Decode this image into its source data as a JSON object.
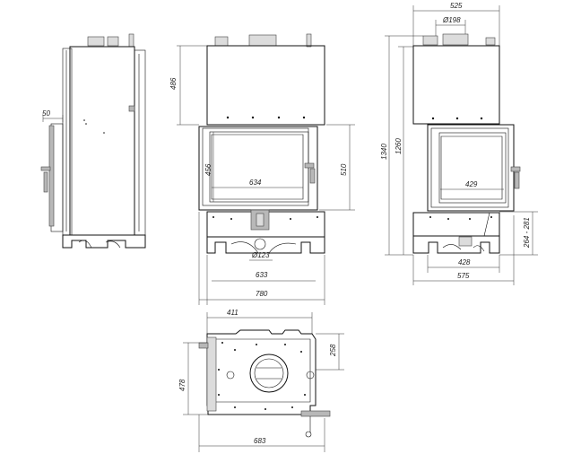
{
  "dimensions": {
    "side_offset": "50",
    "front_top_height": "486",
    "front_glass_height": "456",
    "front_glass_width": "634",
    "front_opening_height": "510",
    "front_flue_dia": "Ø123",
    "front_base_width": "633",
    "front_total_width": "780",
    "right_top_width": "525",
    "right_flue_dia": "Ø198",
    "right_total_height": "1340",
    "right_height_2": "1260",
    "right_glass_width": "429",
    "right_leg_range": "264 - 281",
    "right_base_width": "428",
    "right_total_width": "575",
    "plan_width_411": "411",
    "plan_depth_258": "258",
    "plan_depth_478": "478",
    "plan_width_683": "683"
  }
}
